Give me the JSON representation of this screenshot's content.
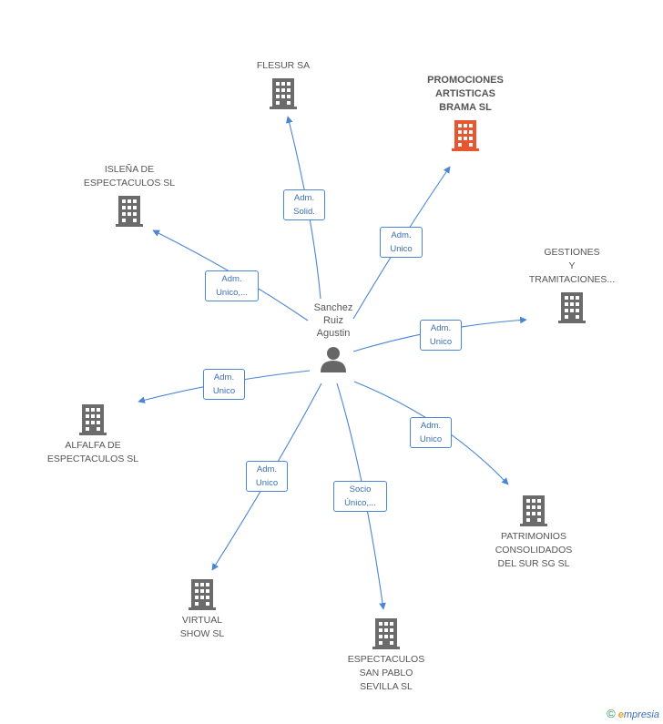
{
  "center": {
    "name": "Sanchez\nRuiz\nAgustin",
    "icon": "person-icon"
  },
  "companies": [
    {
      "id": "flesur",
      "name": "FLESUR SA",
      "role": "Adm.\nSolid.",
      "highlight": false,
      "icon": "building-icon"
    },
    {
      "id": "promociones",
      "name": "PROMOCIONES\nARTISTICAS\nBRAMA SL",
      "role": "Adm.\nUnico",
      "highlight": true,
      "icon": "building-icon"
    },
    {
      "id": "islena",
      "name": "ISLEÑA DE\nESPECTACULOS SL",
      "role": "Adm.\nUnico,...",
      "highlight": false,
      "icon": "building-icon"
    },
    {
      "id": "gestiones",
      "name": "GESTIONES\nY\nTRAMITACIONES...",
      "role": "Adm.\nUnico",
      "highlight": false,
      "icon": "building-icon"
    },
    {
      "id": "alfalfa",
      "name": "ALFALFA DE\nESPECTACULOS SL",
      "role": "Adm.\nUnico",
      "highlight": false,
      "icon": "building-icon"
    },
    {
      "id": "patrimonios",
      "name": "PATRIMONIOS\nCONSOLIDADOS\nDEL SUR SG SL",
      "role": "Adm.\nUnico",
      "highlight": false,
      "icon": "building-icon"
    },
    {
      "id": "virtual",
      "name": "VIRTUAL\nSHOW SL",
      "role": "Adm.\nUnico",
      "highlight": false,
      "icon": "building-icon"
    },
    {
      "id": "sanpablo",
      "name": "ESPECTACULOS\nSAN PABLO\nSEVILLA  SL",
      "role": "Socio\nÚnico,...",
      "highlight": false,
      "icon": "building-icon"
    }
  ],
  "colors": {
    "edge": "#4a86d4",
    "building": "#6b6b6b",
    "building_highlight": "#e8552f",
    "person": "#666666"
  },
  "brand": {
    "copyright": "©",
    "e": "e",
    "rest": "mpresia"
  }
}
